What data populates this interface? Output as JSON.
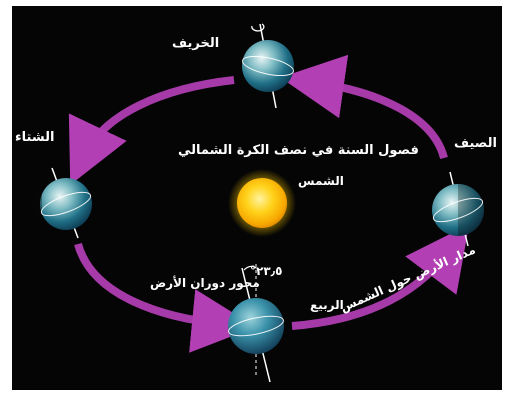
{
  "title": "فصول السنة في نصف الكرة الشمالي",
  "sun_label": "الشمس",
  "seasons": {
    "autumn": "الخريف",
    "winter": "الشتاء",
    "summer": "الصيف",
    "spring": "الربيع"
  },
  "axis_label": "محور دوران الأرض",
  "tilt_angle": "°٢٣٫٥",
  "orbit_label": "مدار الأرض حول الشمس",
  "colors": {
    "background": "#050505",
    "arrow": "#b23fb4",
    "sun": "#ffcc00",
    "earth": "#2f8ea8"
  }
}
